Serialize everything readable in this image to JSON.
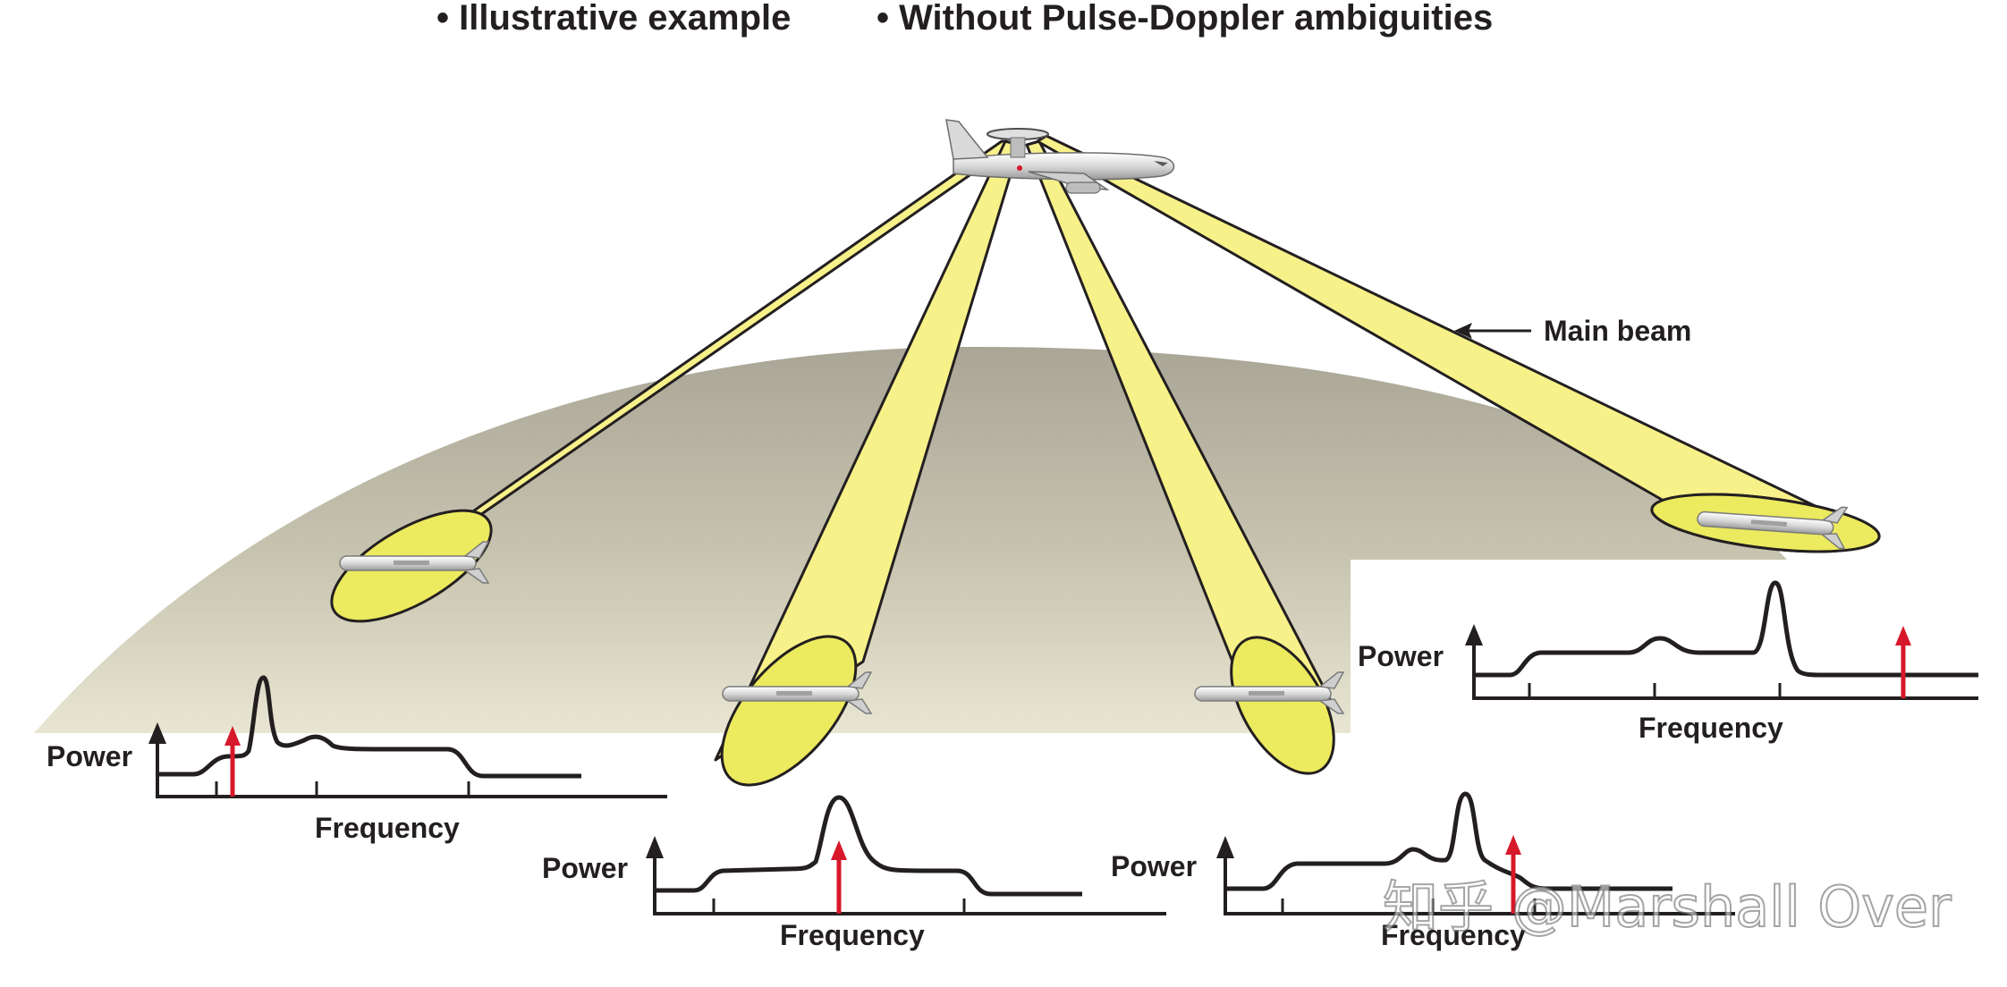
{
  "header": {
    "bullet_1": "• Illustrative example",
    "bullet_2": "• Without Pulse-Doppler ambiguities"
  },
  "annotations": {
    "main_beam": "Main beam"
  },
  "spectra": [
    {
      "id": "left",
      "y_label": "Power",
      "x_label": "Frequency"
    },
    {
      "id": "center-left",
      "y_label": "Power",
      "x_label": "Frequency"
    },
    {
      "id": "center-right",
      "y_label": "Power",
      "x_label": "Frequency"
    },
    {
      "id": "right",
      "y_label": "Power",
      "x_label": "Frequency"
    }
  ],
  "watermark": "知乎 @Marshall Over",
  "colors": {
    "beam_fill": "#f7f18a",
    "beam_ellipse_fill": "#ecea5e",
    "beam_stroke": "#231f20",
    "ground_top": "#aca99b",
    "ground_bottom": "#e6e4cf",
    "target_line": "#d7182a",
    "spectrum_line": "#231f20"
  },
  "icons": {
    "aircraft": "awacs-aircraft-icon",
    "target": "cruise-missile-icon"
  }
}
